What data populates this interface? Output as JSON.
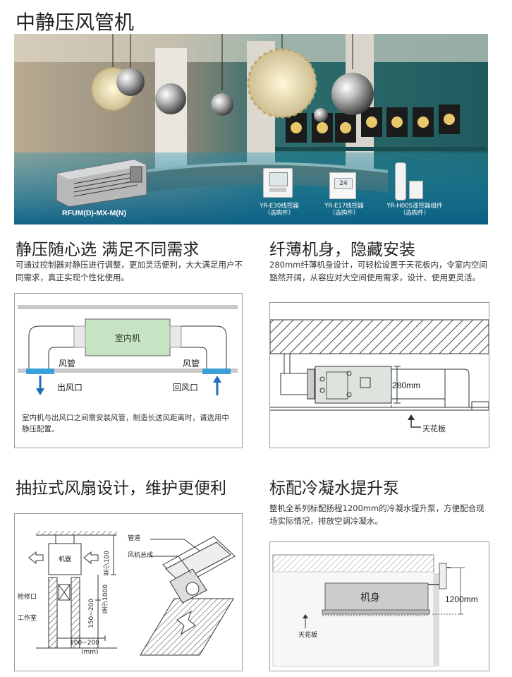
{
  "page_title": "中静压风管机",
  "hero": {
    "model": "RFUM(D)-MX-M(N)",
    "controllers": [
      {
        "name": "YR-E30线控器",
        "note": "（选购件）"
      },
      {
        "name": "YR-E17线控器",
        "note": "（选购件）"
      },
      {
        "name": "YR-H00S遥控器组件",
        "note": "（选购件）"
      }
    ],
    "display_reading": "24"
  },
  "sec1": {
    "heading": "静压随心选  满足不同需求",
    "desc": "可通过控制器对静压进行调整，更加灵活便利，大大满足用户不同需求，真正实现个性化使用。",
    "indoor_unit": "室内机",
    "duct_left": "风管",
    "duct_right": "风管",
    "outlet": "出风口",
    "return": "回风口",
    "note": "室内机与出风口之间需安装风管，制造长送风距离时，请选用中静压配置。"
  },
  "sec2": {
    "heading": "纤薄机身，隐藏安装",
    "desc": "280mm纤薄机身设计，可轻松设置于天花板内，令室内空间豁然开阔，从容应对大空间使用需求，设计、使用更灵活。",
    "height_label": "280mm",
    "ceiling": "天花板"
  },
  "sec3": {
    "heading": "抽拉式风扇设计，维护更便利",
    "unit": "机器",
    "access": "检修口",
    "room": "工作室",
    "min100": "至少100",
    "min1000": "至少1000",
    "range1": "150~200",
    "range2": "100~200",
    "unit_mm": "(mm)",
    "pipe": "管道",
    "fan_assembly": "风机总成"
  },
  "sec4": {
    "heading": "标配冷凝水提升泵",
    "desc": "整机全系列标配扬程1200mm的冷凝水提升泵，方便配合现场实际情况，排放空调冷凝水。",
    "body": "机身",
    "lift": "1200mm",
    "ceiling": "天花板"
  }
}
